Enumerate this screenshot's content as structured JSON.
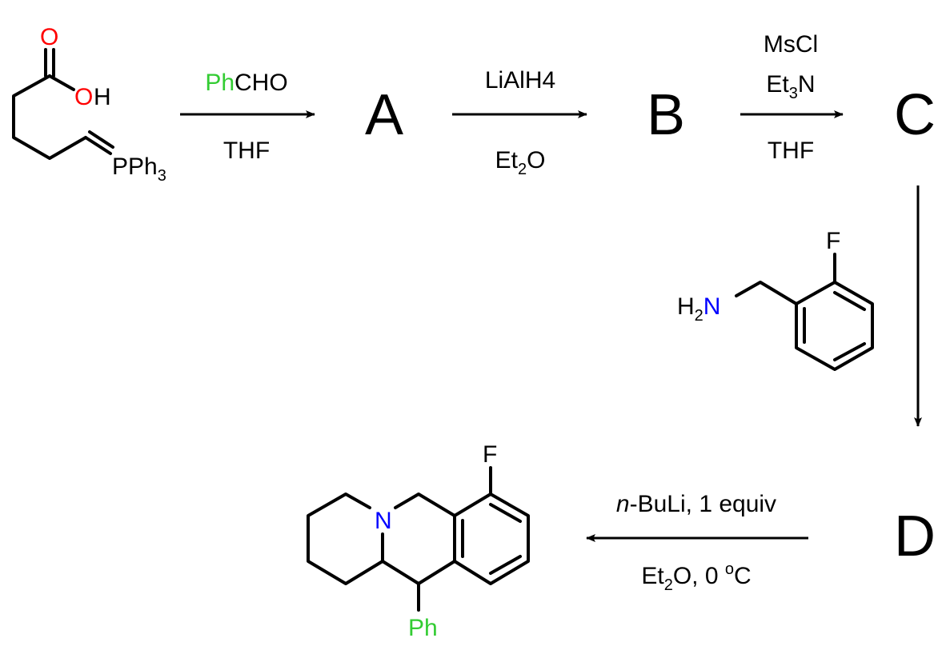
{
  "colors": {
    "phenyl": "#33cc33",
    "nitrogen": "#0000ff",
    "oxygen": "#ff0000",
    "default": "#000000"
  },
  "start_material": {
    "oxygen": "O",
    "hydroxyl_o": "O",
    "hydroxyl_h": "H",
    "ylide": "PPh",
    "ylide_sub": "3"
  },
  "step1": {
    "reagent_ph": "Ph",
    "reagent_rest": "CHO",
    "solvent": "THF"
  },
  "intermediates": {
    "a": "A",
    "b": "B",
    "c": "C",
    "d": "D"
  },
  "step2": {
    "reagent": "LiAlH4",
    "solvent_a": "Et",
    "solvent_sub": "2",
    "solvent_b": "O"
  },
  "step3": {
    "reagent1": "MsCl",
    "reagent2_a": "Et",
    "reagent2_sub": "3",
    "reagent2_b": "N",
    "solvent": "THF"
  },
  "amine": {
    "h": "H",
    "h_sub": "2",
    "n": "N",
    "f": "F"
  },
  "step5": {
    "reagent_italic": "n",
    "reagent_rest": "-BuLi, 1 equiv",
    "cond_a": "Et",
    "cond_sub": "2",
    "cond_b": "O, 0 ",
    "cond_sup": "o",
    "cond_c": "C"
  },
  "product": {
    "n": "N",
    "f": "F",
    "ph": "Ph"
  }
}
